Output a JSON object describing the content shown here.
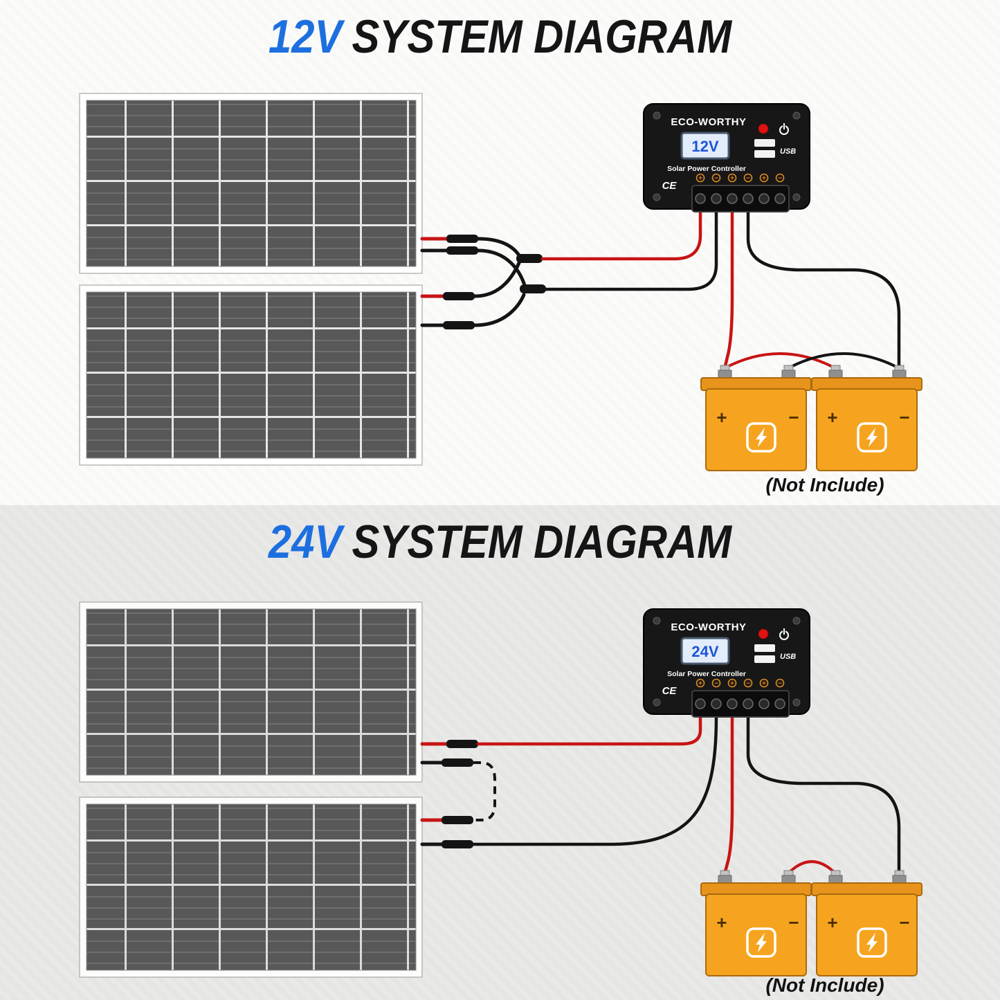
{
  "sections": [
    {
      "title_accent": "12V",
      "title_rest": "SYSTEM DIAGRAM",
      "controller": {
        "brand": "ECO-WORTHY",
        "display": "12V",
        "subtitle": "Solar Power Controller",
        "usb_label": "USB",
        "ce_label": "CE",
        "terminals": [
          "+",
          "−",
          "+",
          "−",
          "+",
          "−"
        ]
      },
      "batteries": {
        "plus": "+",
        "minus": "−",
        "note": "(Not Include)"
      }
    },
    {
      "title_accent": "24V",
      "title_rest": "SYSTEM DIAGRAM",
      "controller": {
        "brand": "ECO-WORTHY",
        "display": "24V",
        "subtitle": "Solar Power Controller",
        "usb_label": "USB",
        "ce_label": "CE",
        "terminals": [
          "+",
          "−",
          "+",
          "−",
          "+",
          "−"
        ]
      },
      "batteries": {
        "plus": "+",
        "minus": "−",
        "note": "(Not Include)"
      }
    }
  ],
  "colors": {
    "accent_blue": "#1d6fe0",
    "panel_cell_gray": "#585858",
    "battery_orange": "#f6a41f",
    "wire_red": "#c81414",
    "wire_black": "#141414"
  }
}
